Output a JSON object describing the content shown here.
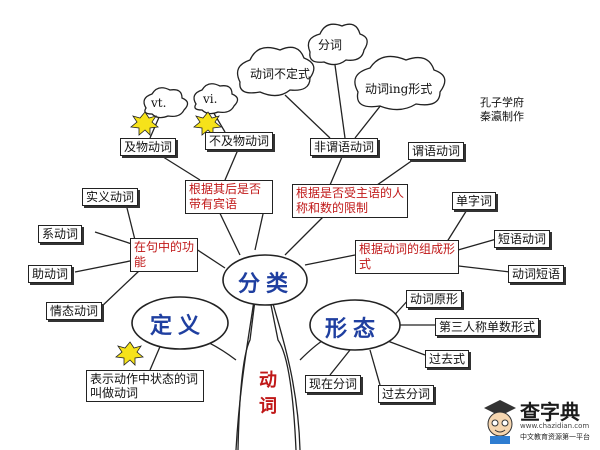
{
  "center": "分类",
  "left_bubble": "定义",
  "right_bubble": "形态",
  "trunk_label": "动词",
  "author": [
    "孔子学府",
    "秦瀛制作"
  ],
  "clouds": [
    "分词",
    "动词不定式",
    "动词ing形式",
    "vt.",
    "vi."
  ],
  "boxes": {
    "transitive": "及物动词",
    "intransitive": "不及物动词",
    "non_finite": "非谓语动词",
    "finite": "谓语动词",
    "notional": "实义动词",
    "linking": "系动词",
    "auxiliary": "助动词",
    "modal": "情态动词",
    "single": "单字词",
    "phrasal": "短语动词",
    "verb_phrase": "动词短语",
    "base_form": "动词原形",
    "third_person": "第三人称单数形式",
    "past_tense": "过去式",
    "present_participle": "现在分词",
    "past_participle": "过去分词"
  },
  "criteria": {
    "object": "根据其后是否带有宾语",
    "subject": "根据是否受主语的人称和数的限制",
    "sentence": "在句中的功能",
    "composition": "根据动词的组成形式"
  },
  "definition": "表示动作中状态的词叫做动词",
  "watermark": {
    "name": "查字典",
    "url": "www.chazidian.com",
    "slogan": "中文教育资源第一平台"
  },
  "colors": {
    "accent_blue": "#1f3fa0",
    "accent_red": "#c01818",
    "line": "#222222"
  }
}
